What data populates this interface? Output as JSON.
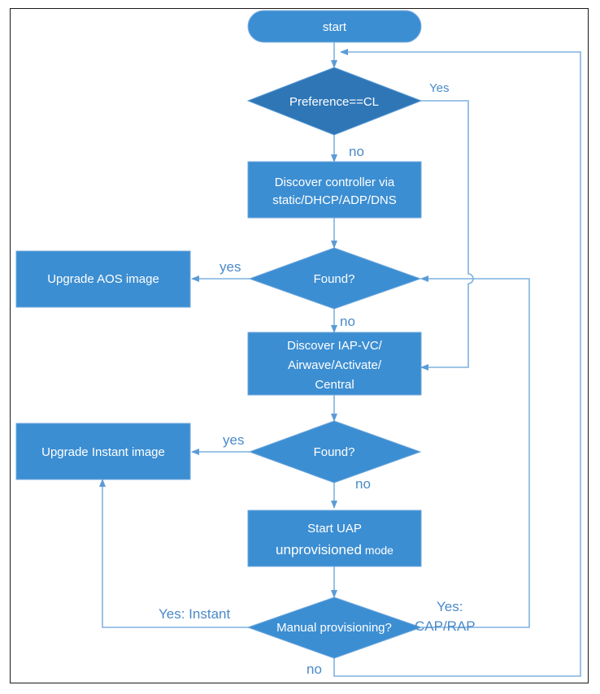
{
  "colors": {
    "box_fill": "#3c8ed2",
    "diamond_fill": "#3c8ed2",
    "diamond_dark_fill": "#2e76b6",
    "line": "#7fb2e0",
    "label": "#4a8ac8",
    "frame": "#1a1a1a"
  },
  "nodes": {
    "start": "start",
    "preference": "Preference==CL",
    "discover_controller": [
      "Discover controller via",
      "static/DHCP/ADP/DNS"
    ],
    "found_1": "Found?",
    "upgrade_aos": "Upgrade AOS image",
    "discover_iap": [
      "Discover IAP-VC/",
      "Airwave/Activate/",
      "Central"
    ],
    "found_2": "Found?",
    "upgrade_instant": "Upgrade Instant image",
    "start_uap": [
      "Start UAP",
      "unprovisioned",
      "mode"
    ],
    "manual": "Manual provisioning?"
  },
  "edge_labels": {
    "pref_yes": "Yes",
    "pref_no": "no",
    "found1_yes": "yes",
    "found1_no": "no",
    "found2_yes": "yes",
    "found2_no": "no",
    "manual_instant": "Yes: Instant",
    "manual_cap_1": "Yes:",
    "manual_cap_2": "CAP/RAP",
    "manual_no": "no"
  }
}
